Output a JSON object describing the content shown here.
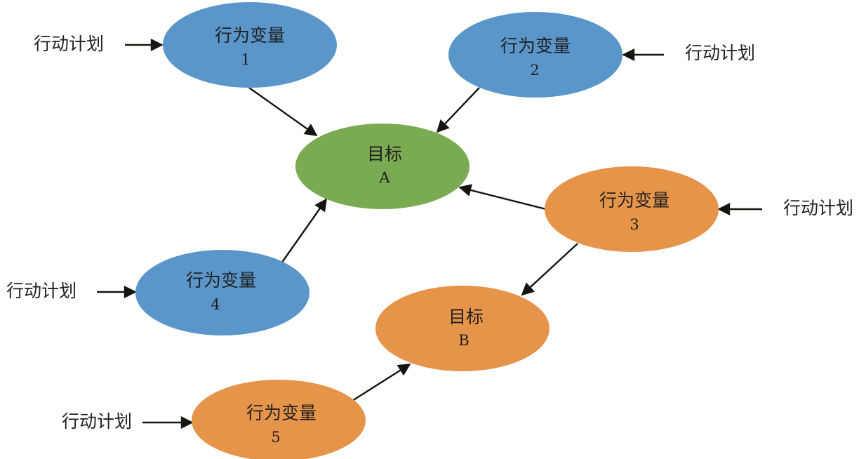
{
  "colors": {
    "behavior_blue": "#5b96cb",
    "goal_green": "#7aab52",
    "orange": "#e6944a",
    "arrow": "#15150f"
  },
  "nodes": {
    "behavior1": {
      "title": "行为变量",
      "sub": "1"
    },
    "behavior2": {
      "title": "行为变量",
      "sub": "2"
    },
    "behavior3": {
      "title": "行为变量",
      "sub": "3"
    },
    "behavior4": {
      "title": "行为变量",
      "sub": "4"
    },
    "behavior5": {
      "title": "行为变量",
      "sub": "5"
    },
    "goalA": {
      "title": "目标",
      "sub": "A"
    },
    "goalB": {
      "title": "目标",
      "sub": "B"
    }
  },
  "plans": {
    "plan1": "行动计划",
    "plan2": "行动计划",
    "plan3": "行动计划",
    "plan4": "行动计划",
    "plan5": "行动计划"
  }
}
